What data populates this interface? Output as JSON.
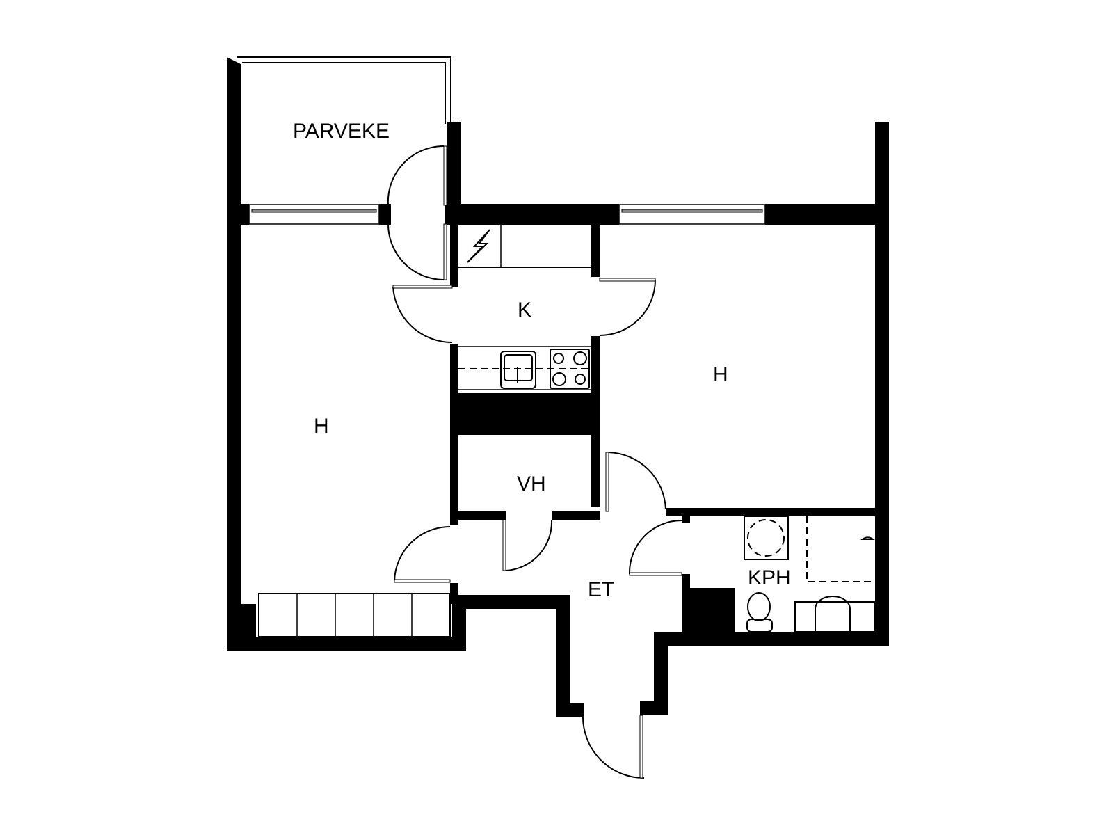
{
  "diagram": {
    "type": "floor-plan",
    "rooms": [
      {
        "id": "parveke",
        "label": "PARVEKE",
        "meaning": "balcony"
      },
      {
        "id": "kitchen",
        "label": "K",
        "meaning": "kitchen"
      },
      {
        "id": "bedroom-left",
        "label": "H",
        "meaning": "room"
      },
      {
        "id": "bedroom-right",
        "label": "H",
        "meaning": "room"
      },
      {
        "id": "walk-in",
        "label": "VH",
        "meaning": "walk-in closet"
      },
      {
        "id": "hall",
        "label": "ET",
        "meaning": "entrance hall"
      },
      {
        "id": "bathroom",
        "label": "KPH",
        "meaning": "bathroom"
      }
    ],
    "colors": {
      "wall": "#000000",
      "background": "#ffffff"
    }
  }
}
